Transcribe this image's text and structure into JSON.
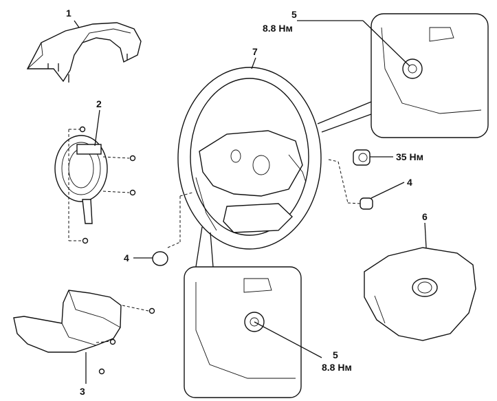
{
  "callouts": {
    "c1": "1",
    "c2": "2",
    "c3": "3",
    "c4a": "4",
    "c4b": "4",
    "c5a": "5",
    "c5b": "5",
    "c6": "6",
    "c7": "7"
  },
  "torques": {
    "t5a": "8.8 Нм",
    "t5b": "8.8 Нм",
    "t35": "35 Нм"
  }
}
